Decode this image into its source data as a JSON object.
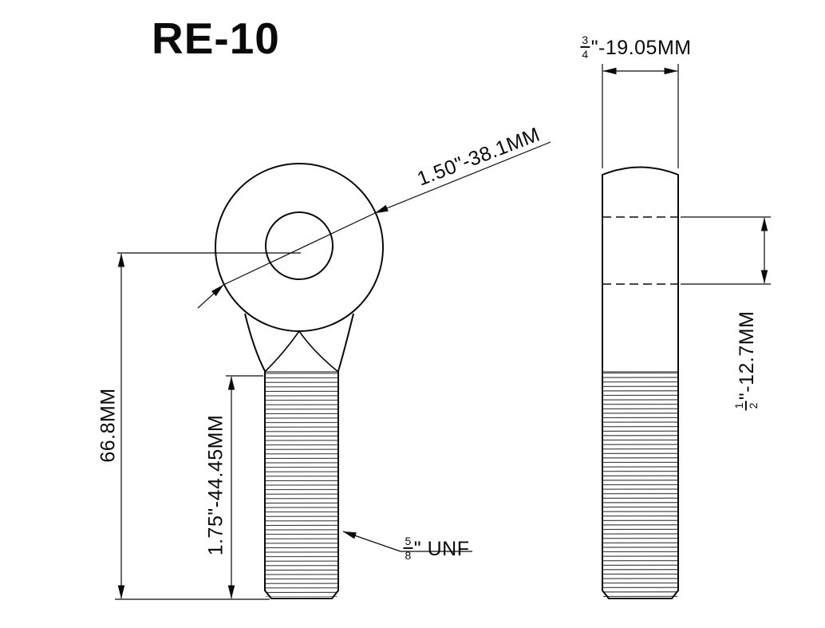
{
  "title": "RE-10",
  "dims": {
    "eye_outer_diameter": "1.50\"-38.1MM",
    "overall_length": "66.8MM",
    "thread_length": "1.75\"-44.45MM",
    "thread_spec": {
      "num": "5",
      "den": "8",
      "suffix": "\" UNF"
    },
    "head_width": {
      "num": "3",
      "den": "4",
      "suffix": "\"-19.05MM"
    },
    "hole_diameter": {
      "num": "1",
      "den": "2",
      "suffix": "\"-12.7MM"
    }
  },
  "colors": {
    "line": "#0a0a0a",
    "background": "#ffffff"
  }
}
